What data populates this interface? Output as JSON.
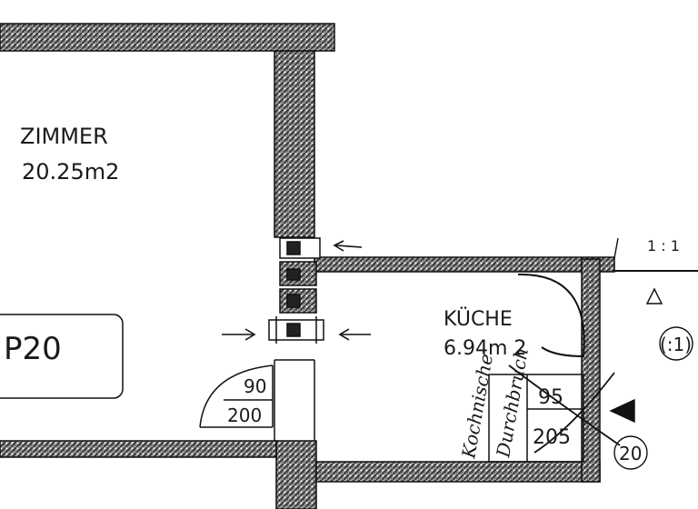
{
  "rooms": {
    "zimmer": {
      "name": "ZIMMER",
      "area": "20.25m2"
    },
    "kueche": {
      "name": "KÜCHE",
      "area": "6.94m 2"
    }
  },
  "unit_tag": "P20",
  "door": {
    "width": "90",
    "height": "200"
  },
  "opening": {
    "width": "95",
    "height": "205"
  },
  "callout_number": "20",
  "callout_partial": "(:1)",
  "handwriting": {
    "word_1": "Kochnische",
    "word_2": "Durchbruch"
  },
  "corner_fragment": "1 : 1",
  "colors": {
    "ink": "#161616",
    "wall_fill": "#8a8a8a",
    "paper": "#ffffff"
  }
}
